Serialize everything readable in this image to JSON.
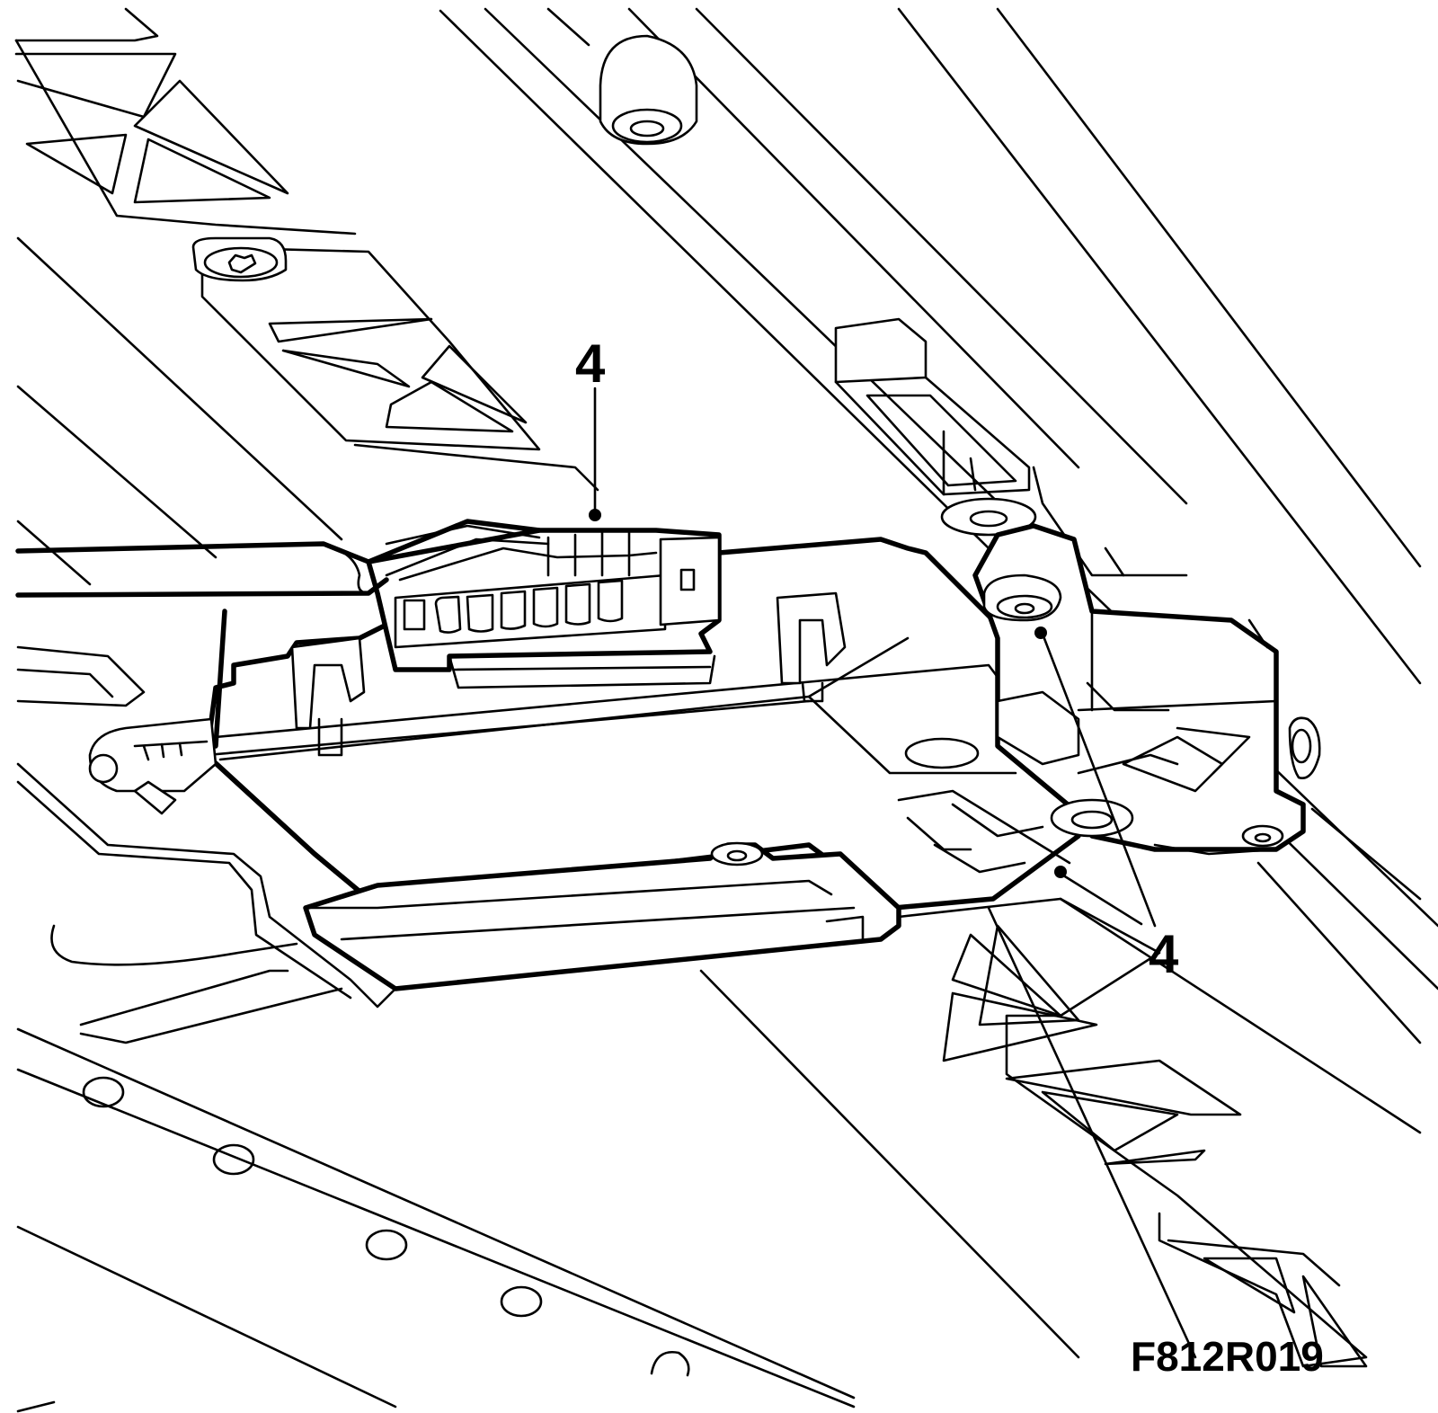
{
  "figure_id": "F812R019",
  "callouts": [
    {
      "label": "4"
    },
    {
      "label": "4"
    }
  ]
}
